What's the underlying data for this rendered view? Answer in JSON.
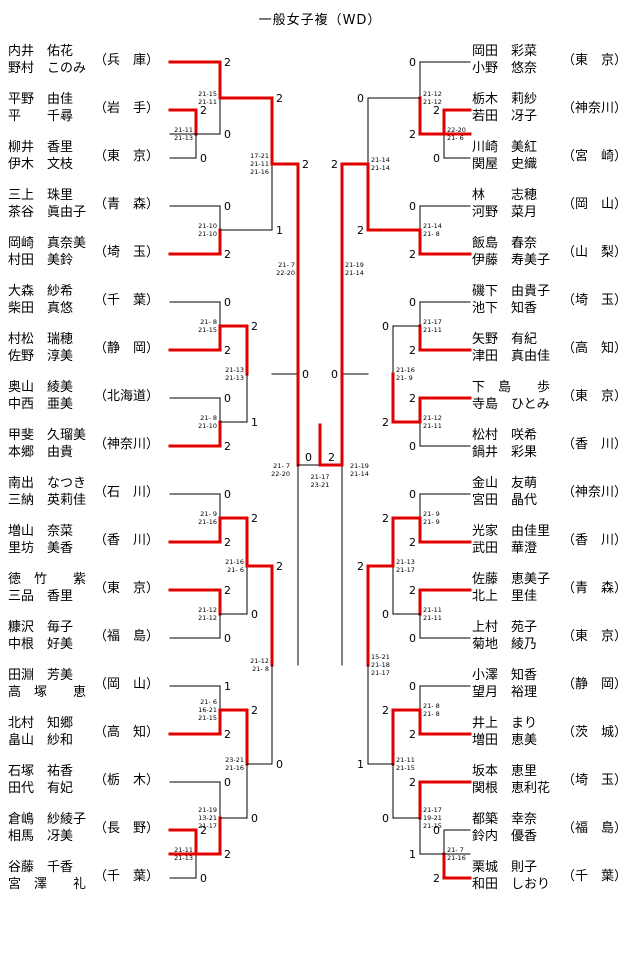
{
  "title": "一般女子複（WD）",
  "colors": {
    "win": "#e00000",
    "line": "#000000"
  },
  "left_pairs": [
    {
      "p1": "内井　佑花",
      "p2": "野村　このみ",
      "pref": "（兵　庫）"
    },
    {
      "p1": "平野　由佳",
      "p2": "平　　千尋",
      "pref": "（岩　手）"
    },
    {
      "p1": "柳井　香里",
      "p2": "伊木　文枝",
      "pref": "（東　京）"
    },
    {
      "p1": "三上　珠里",
      "p2": "茶谷　眞由子",
      "pref": "（青　森）"
    },
    {
      "p1": "岡崎　真奈美",
      "p2": "村田　美鈴",
      "pref": "（埼　玉）"
    },
    {
      "p1": "大森　紗希",
      "p2": "柴田　真悠",
      "pref": "（千　葉）"
    },
    {
      "p1": "村松　瑞穂",
      "p2": "佐野　淳美",
      "pref": "（静　岡）"
    },
    {
      "p1": "奥山　綾美",
      "p2": "中西　亜美",
      "pref": "（北海道）"
    },
    {
      "p1": "甲斐　久瑠美",
      "p2": "本郷　由貴",
      "pref": "（神奈川）"
    },
    {
      "p1": "南出　なつき",
      "p2": "三納　英莉佳",
      "pref": "（石　川）"
    },
    {
      "p1": "増山　奈菜",
      "p2": "里坊　美香",
      "pref": "（香　川）"
    },
    {
      "p1": "徳　竹　　紫",
      "p2": "三品　香里",
      "pref": "（東　京）"
    },
    {
      "p1": "糠沢　毎子",
      "p2": "中根　好美",
      "pref": "（福　島）"
    },
    {
      "p1": "田淵　芳美",
      "p2": "高　塚　　恵",
      "pref": "（岡　山）"
    },
    {
      "p1": "北村　知郷",
      "p2": "畠山　紗和",
      "pref": "（高　知）"
    },
    {
      "p1": "石塚　祐香",
      "p2": "田代　有妃",
      "pref": "（栃　木）"
    },
    {
      "p1": "倉嶋　紗綾子",
      "p2": "相馬　冴美",
      "pref": "（長　野）"
    },
    {
      "p1": "谷藤　千香",
      "p2": "宮　澤　　礼",
      "pref": "（千　葉）"
    }
  ],
  "right_pairs": [
    {
      "p1": "岡田　彩菜",
      "p2": "小野　悠奈",
      "pref": "（東　京）"
    },
    {
      "p1": "栃木　莉紗",
      "p2": "若田　冴子",
      "pref": "（神奈川）"
    },
    {
      "p1": "川崎　美紅",
      "p2": "関屋　史織",
      "pref": "（宮　崎）"
    },
    {
      "p1": "林　　志穂",
      "p2": "河野　菜月",
      "pref": "（岡　山）"
    },
    {
      "p1": "飯島　春奈",
      "p2": "伊藤　寿美子",
      "pref": "（山　梨）"
    },
    {
      "p1": "磯下　由貴子",
      "p2": "池下　知香",
      "pref": "（埼　玉）"
    },
    {
      "p1": "矢野　有紀",
      "p2": "津田　真由佳",
      "pref": "（高　知）"
    },
    {
      "p1": "下　島　　歩",
      "p2": "寺島　ひとみ",
      "pref": "（東　京）"
    },
    {
      "p1": "松村　咲希",
      "p2": "鍋井　彩果",
      "pref": "（香　川）"
    },
    {
      "p1": "金山　友萌",
      "p2": "宮田　晶代",
      "pref": "（神奈川）"
    },
    {
      "p1": "光家　由佳里",
      "p2": "武田　華澄",
      "pref": "（香　川）"
    },
    {
      "p1": "佐藤　恵美子",
      "p2": "北上　里佳",
      "pref": "（青　森）"
    },
    {
      "p1": "上村　苑子",
      "p2": "菊地　綾乃",
      "pref": "（東　京）"
    },
    {
      "p1": "小澤　知香",
      "p2": "望月　裕理",
      "pref": "（静　岡）"
    },
    {
      "p1": "井上　まり",
      "p2": "増田　恵美",
      "pref": "（茨　城）"
    },
    {
      "p1": "坂本　恵里",
      "p2": "関根　恵利花",
      "pref": "（埼　玉）"
    },
    {
      "p1": "都築　幸奈",
      "p2": "鈴内　優香",
      "pref": "（福　島）"
    },
    {
      "p1": "栗城　則子",
      "p2": "和田　しおり",
      "pref": "（千　葉）"
    }
  ],
  "left_r1": [
    {
      "a": "2",
      "b": "0",
      "s1": "21-11",
      "s2": "21-13"
    },
    {
      "a": "0",
      "b": "2",
      "s1": "21-10",
      "s2": "21-10"
    },
    {
      "a": "0",
      "b": "2",
      "s1": "21- 8",
      "s2": "21-15"
    },
    {
      "a": "0",
      "b": "2",
      "s1": "21- 8",
      "s2": "21-10"
    },
    {
      "a": "0",
      "b": "2",
      "s1": "21- 9",
      "s2": "21-16"
    },
    {
      "a": "2",
      "b": "0",
      "s1": "21-12",
      "s2": "21-12"
    },
    {
      "a": "1",
      "b": "2",
      "s1": "21- 6",
      "s2": "16-21",
      "s3": "21-15"
    },
    {
      "a": "2",
      "b": "0",
      "s1": "21-11",
      "s2": "21-13"
    },
    {
      "a": "0",
      "b": "2",
      "s1": "21-19",
      "s2": "13-21",
      "s3": "21-17"
    },
    {
      "a": "2",
      "b": "0",
      "s1": "23-21",
      "s2": "21-13"
    }
  ],
  "left_r2": [
    {
      "a": "2",
      "b": "0",
      "s1": "21-15",
      "s2": "21-11"
    },
    {
      "a": "2",
      "b": "1",
      "s1": "21-13",
      "s2": "21-13"
    },
    {
      "a": "2",
      "b": "0",
      "s1": "21-16",
      "s2": "21- 6"
    },
    {
      "a": "2",
      "b": "0",
      "s1": "23-21",
      "s2": "21-16"
    }
  ],
  "left_r3": [
    {
      "a": "2",
      "b": "1",
      "s1": "17-21",
      "s2": "21-11",
      "s3": "21-16"
    },
    {
      "a": "2",
      "b": "0",
      "s1": "21-12",
      "s2": "21- 8"
    }
  ],
  "left_sf": {
    "a": "2",
    "b": "0",
    "s1": "21- 7",
    "s2": "22-20"
  },
  "final": {
    "a": "0",
    "b": "2",
    "s1": "21-17",
    "s2": "23-21"
  },
  "right_r1": [
    {
      "a": "2",
      "b": "0",
      "s1": "22-20",
      "s2": "21- 6"
    },
    {
      "a": "0",
      "b": "2",
      "s1": "21-14",
      "s2": "21- 8"
    },
    {
      "a": "0",
      "b": "2",
      "s1": "21-17",
      "s2": "21-11"
    },
    {
      "a": "2",
      "b": "0",
      "s1": "21-12",
      "s2": "21-11"
    },
    {
      "a": "0",
      "b": "2",
      "s1": "21- 9",
      "s2": "21- 9"
    },
    {
      "a": "2",
      "b": "0",
      "s1": "21-11",
      "s2": "21-11"
    },
    {
      "a": "0",
      "b": "2",
      "s1": "21- 8",
      "s2": "21- 8"
    },
    {
      "a": "0",
      "b": "2",
      "s1": "21- 7",
      "s2": "21-16"
    },
    {
      "a": "2",
      "b": "1",
      "s1": "21-17",
      "s2": "19-21",
      "s3": "21-15"
    },
    {
      "a": "0",
      "b": "2",
      "s1": "21-12",
      "s2": "21-14"
    }
  ],
  "right_r2": [
    {
      "a": "0",
      "b": "2",
      "s1": "21-12",
      "s2": "21-12"
    },
    {
      "a": "0",
      "b": "2",
      "s1": "21-16",
      "s2": "21- 9"
    },
    {
      "a": "2",
      "b": "0",
      "s1": "21-13",
      "s2": "21-17"
    },
    {
      "a": "2",
      "b": "0",
      "s1": "21-11",
      "s2": "21-15"
    }
  ],
  "right_r3": [
    {
      "a": "0",
      "b": "2",
      "s1": "21-14",
      "s2": "21-14"
    },
    {
      "a": "2",
      "b": "1",
      "s1": "15-21",
      "s2": "21-18",
      "s3": "21-17"
    }
  ],
  "right_sf": {
    "a": "2",
    "b": "0",
    "s1": "21-19",
    "s2": "21-14"
  }
}
